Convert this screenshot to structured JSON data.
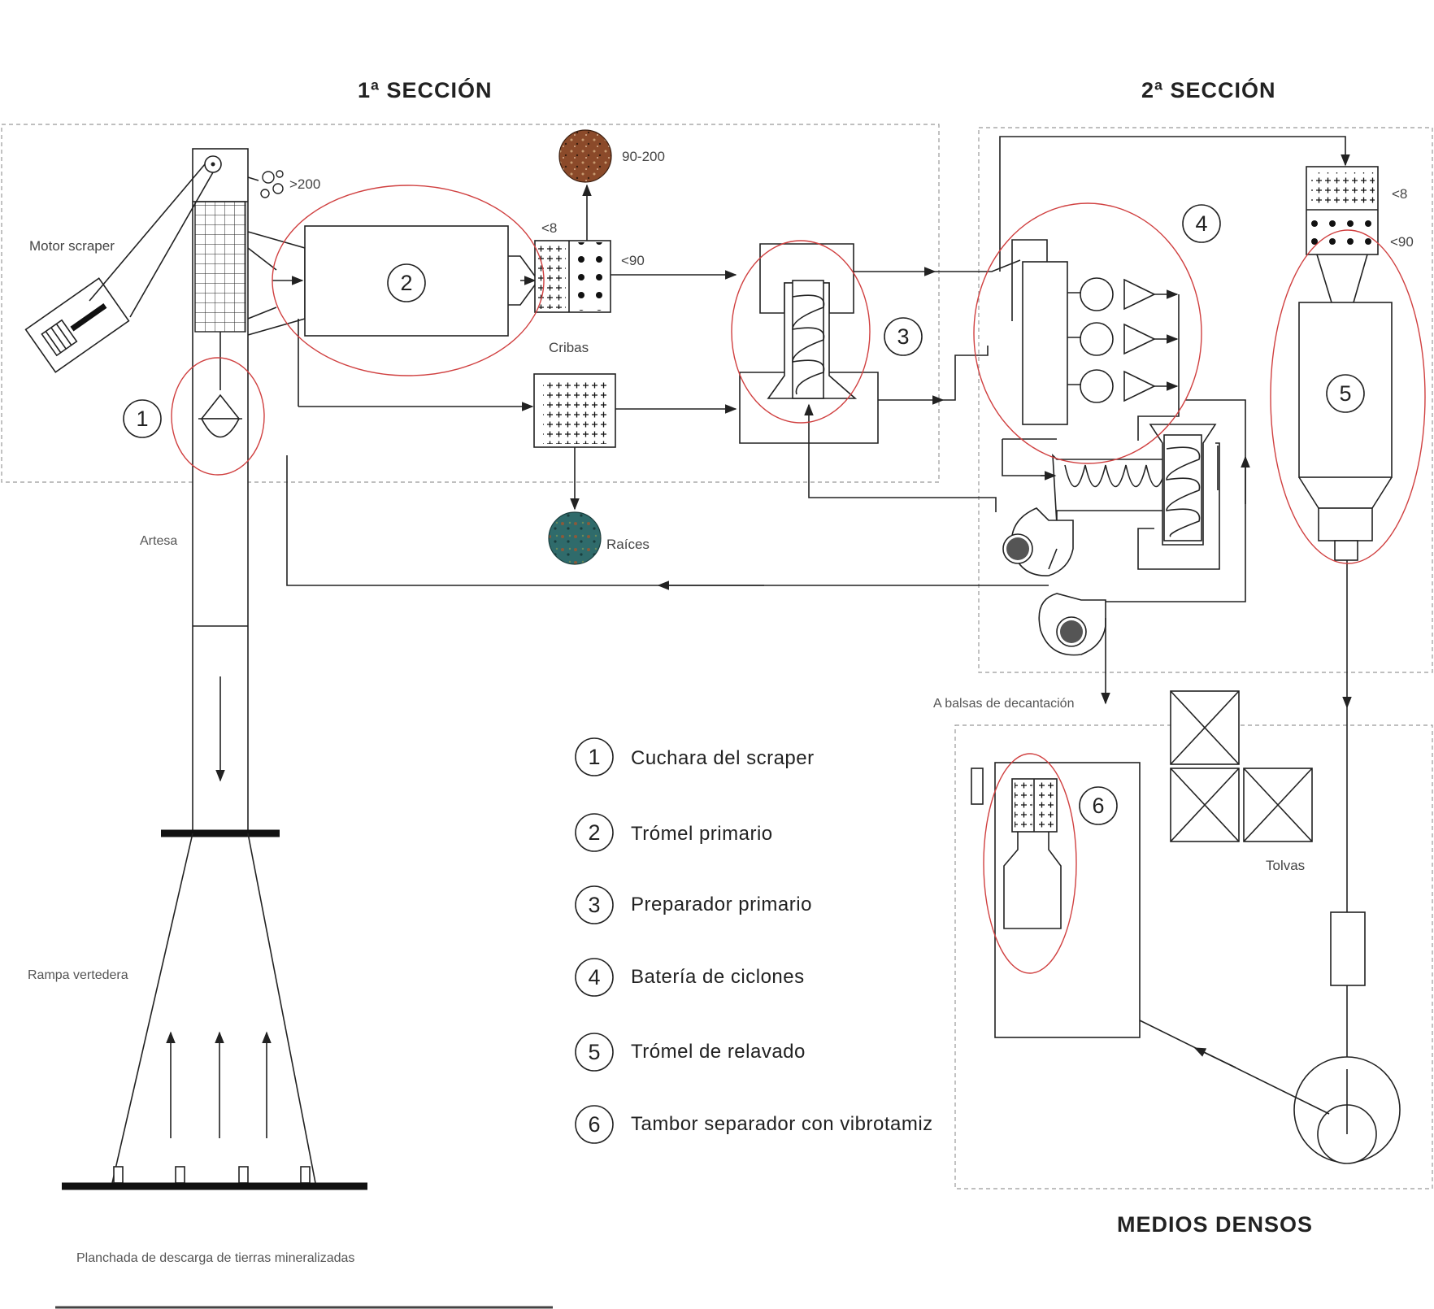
{
  "sections": {
    "first": "1ª SECCIÓN",
    "second": "2ª SECCIÓN",
    "third": "MEDIOS DENSOS"
  },
  "labels": {
    "motor_scraper": "Motor scraper",
    "gt200": ">200",
    "range_90_200": "90-200",
    "lt8_a": "<8",
    "lt90_a": "<90",
    "cribas": "Cribas",
    "raices": "Raíces",
    "artesa": "Artesa",
    "rampa": "Rampa vertedera",
    "planchada": "Planchada de descarga de tierras mineralizadas",
    "lt8_b": "<8",
    "lt90_b": "<90",
    "abalsas": "A balsas de decantación",
    "tolvas": "Tolvas"
  },
  "numbers": [
    "1",
    "2",
    "3",
    "4",
    "5",
    "6"
  ],
  "legend": [
    {
      "num": "1",
      "text": "Cuchara del scraper"
    },
    {
      "num": "2",
      "text": "Trómel primario"
    },
    {
      "num": "3",
      "text": "Preparador primario"
    },
    {
      "num": "4",
      "text": "Batería de ciclones"
    },
    {
      "num": "5",
      "text": "Trómel de relavado"
    },
    {
      "num": "6",
      "text": "Tambor separador con vibrotamiz"
    }
  ],
  "colors": {
    "highlight": "#d04040",
    "ore_brown": "#8b4a2a",
    "roots_teal": "#2f6b6b"
  }
}
